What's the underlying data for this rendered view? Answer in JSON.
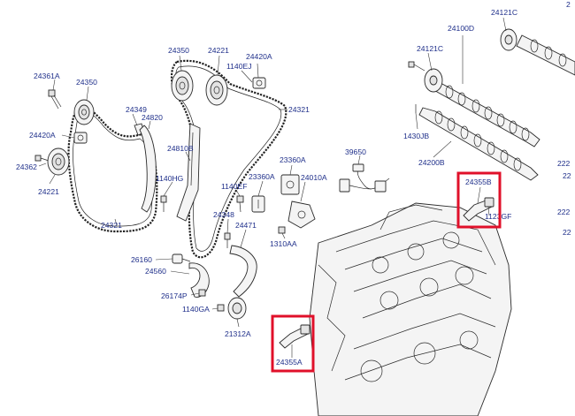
{
  "colors": {
    "label": "#1f2f8a",
    "highlight": "#e0102a",
    "line": "#2a2a2a"
  },
  "labels": {
    "p24121C_top": "24121C",
    "p24100D": "24100D",
    "p24121C": "24121C",
    "p24361A": "24361A",
    "p24350_a": "24350",
    "p24221_a": "24221",
    "p24420A_a": "24420A",
    "p1140EJ": "1140EJ",
    "p24350_b": "24350",
    "p24321_a": "24321",
    "p24349": "24349",
    "p24820": "24820",
    "p24420A_b": "24420A",
    "p1430JB": "1430JB",
    "p24810B": "24810B",
    "p24362": "24362",
    "p24221_b": "24221",
    "p1140HG": "1140HG",
    "p24200B": "24200B",
    "p23360A_a": "23360A",
    "p39650": "39650",
    "p23360A_b": "23360A",
    "p24010A": "24010A",
    "p1140EF": "1140EF",
    "p24355B": "24355B",
    "p24321_b": "24321",
    "p24348": "24348",
    "p24471": "24471",
    "p1123GF": "1123GF",
    "p1310AA": "1310AA",
    "p26160": "26160",
    "p24560": "24560",
    "p26174P": "26174P",
    "p1140GA": "1140GA",
    "p21312A": "21312A",
    "p24355A": "24355A",
    "edge1": "2",
    "edge2": "222",
    "edge3": "222",
    "edge4": "22",
    "edge5": "22"
  }
}
